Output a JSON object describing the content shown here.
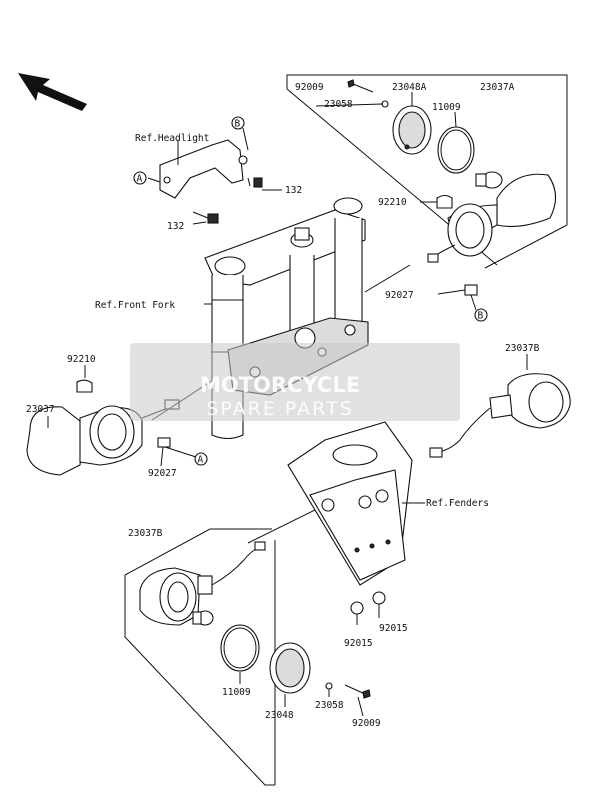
{
  "labels": {
    "p92009_top": "92009",
    "p23048A": "23048A",
    "p23037A": "23037A",
    "p23058_top": "23058",
    "p11009_top": "11009",
    "ref_headlight": "Ref.Headlight",
    "p132_right": "132",
    "p132_left": "132",
    "p92210_right": "92210",
    "ref_front_fork": "Ref.Front Fork",
    "p92027_right": "92027",
    "p23037B_right": "23037B",
    "p92210_left": "92210",
    "p23037_left": "23037",
    "p92027_left": "92027",
    "ref_fenders": "Ref.Fenders",
    "p23037B_bottom": "23037B",
    "p92015_right": "92015",
    "p92015_left": "92015",
    "p11009_bottom": "11009",
    "p23048_bottom": "23048",
    "p23058_bottom": "23058",
    "p92009_bottom": "92009"
  },
  "markers": {
    "a": "A",
    "b": "B"
  },
  "watermark": {
    "line1": "MOTORCYCLE",
    "line2": "SPARE PARTS"
  },
  "icons": {
    "direction_arrow": "front-direction-arrow-icon"
  }
}
